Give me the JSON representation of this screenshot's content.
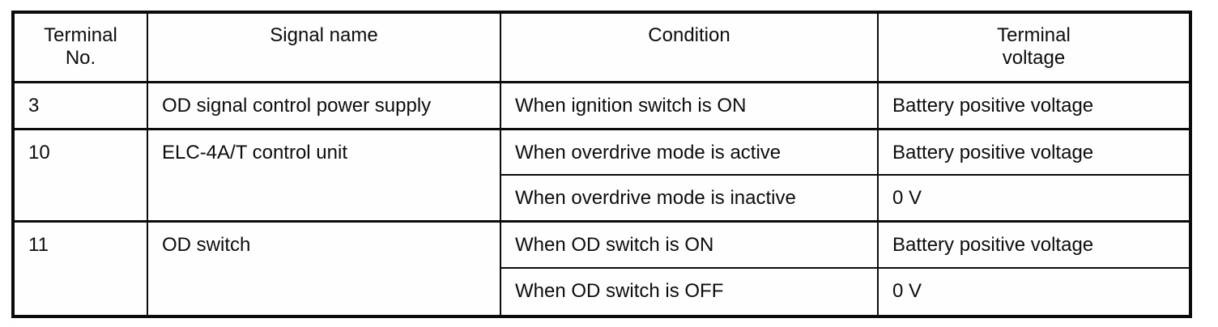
{
  "page": {
    "background_color": "#ffffff",
    "text_color": "#0d0d0d",
    "border_color": "#0b0b0b"
  },
  "table": {
    "headers": [
      {
        "line1": "Terminal",
        "line2": "No."
      },
      {
        "line1": "Signal name",
        "line2": ""
      },
      {
        "line1": "Condition",
        "line2": ""
      },
      {
        "line1": "Terminal",
        "line2": "voltage"
      }
    ],
    "rows": [
      {
        "terminal_no": "3",
        "signal_name": "OD signal control power supply",
        "conditions": [
          {
            "condition": "When ignition switch is ON",
            "voltage": "Battery positive voltage"
          }
        ]
      },
      {
        "terminal_no": "10",
        "signal_name": "ELC-4A/T control unit",
        "conditions": [
          {
            "condition": "When overdrive mode is active",
            "voltage": "Battery positive voltage"
          },
          {
            "condition": "When overdrive mode is inactive",
            "voltage": "0 V"
          }
        ]
      },
      {
        "terminal_no": "11",
        "signal_name": "OD switch",
        "conditions": [
          {
            "condition": "When OD switch is ON",
            "voltage": "Battery positive voltage"
          },
          {
            "condition": "When OD switch is OFF",
            "voltage": "0 V"
          }
        ]
      }
    ]
  }
}
